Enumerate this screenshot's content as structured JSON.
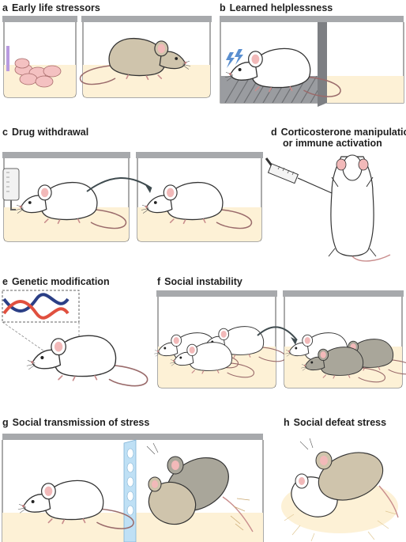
{
  "panels": [
    {
      "letter": "a",
      "title": "Early life stressors"
    },
    {
      "letter": "b",
      "title": "Learned helplessness"
    },
    {
      "letter": "c",
      "title": "Drug withdrawal"
    },
    {
      "letter": "d",
      "title": "Corticosterone manipulation",
      "title_line2": "or immune activation"
    },
    {
      "letter": "e",
      "title": "Genetic modification"
    },
    {
      "letter": "f",
      "title": "Social instability"
    },
    {
      "letter": "g",
      "title": "Social transmission of stress"
    },
    {
      "letter": "h",
      "title": "Social defeat stress"
    }
  ],
  "colors": {
    "cage_lid": "#a7a9ac",
    "bedding": "#fdf1d6",
    "white_mouse": "#ffffff",
    "grey_mouse": "#a9a69a",
    "brown_mouse": "#cfc4ac",
    "ear_pink": "#f2b9b9",
    "dna_blue": "#2b3f86",
    "dna_red": "#e0503f",
    "shock_blue": "#5a8fd0",
    "barrier_blue": "#bfe0f5"
  }
}
